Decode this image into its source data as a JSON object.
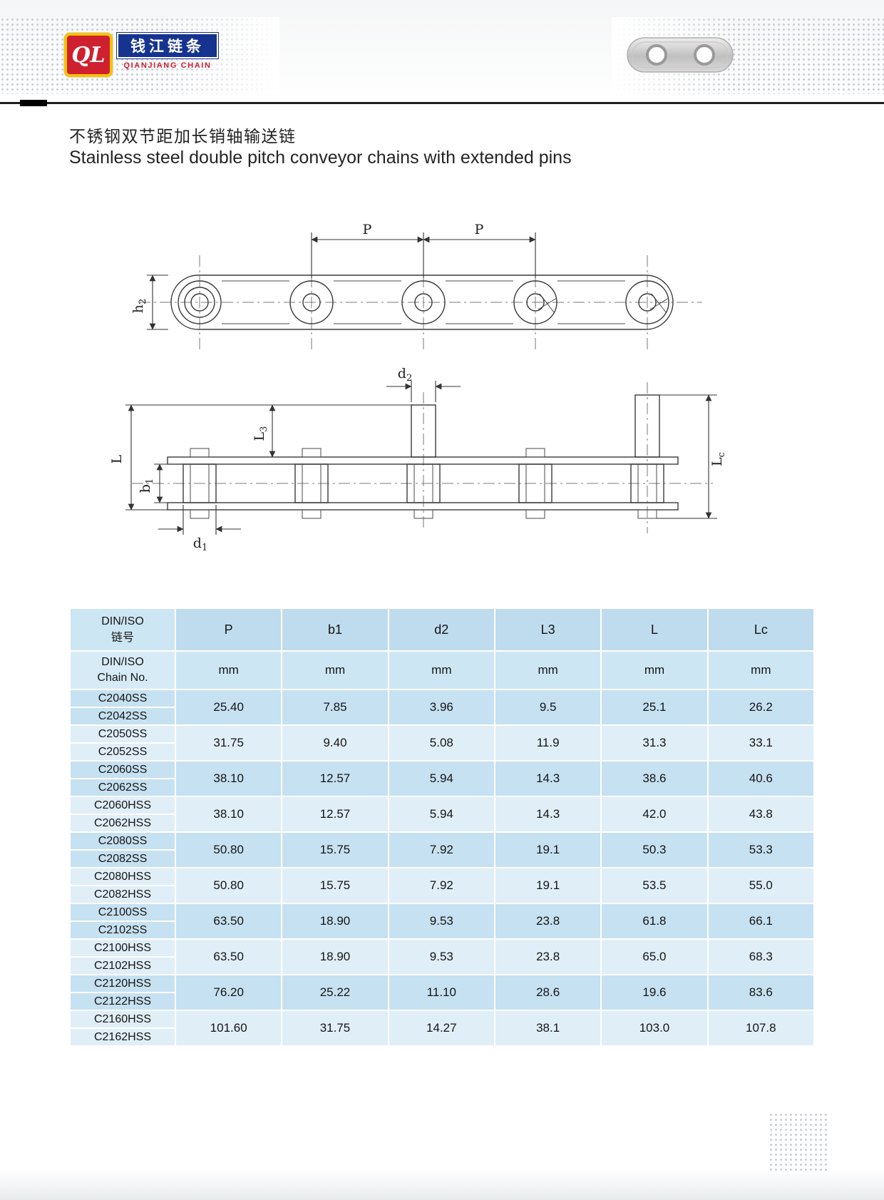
{
  "header": {
    "logo_letters": "QL",
    "brand_chinese": "钱江链条",
    "brand_english": "QIANJIANG CHAIN"
  },
  "title": {
    "chinese": "不锈钢双节距加长销轴输送链",
    "english": "Stainless steel double pitch conveyor chains with extended pins"
  },
  "diagram": {
    "pitch_label_1": "P",
    "pitch_label_2": "P",
    "dims": {
      "h2": {
        "main": "h",
        "sub": "2"
      },
      "d2": {
        "main": "d",
        "sub": "2"
      },
      "l3": {
        "main": "L",
        "sub": "3"
      },
      "l": {
        "main": "L",
        "sub": ""
      },
      "b1": {
        "main": "b",
        "sub": "1"
      },
      "d1": {
        "main": "d",
        "sub": "1"
      },
      "lc": {
        "main": "L",
        "sub": "c"
      }
    }
  },
  "table": {
    "header_col0": {
      "line1": "DIN/ISO",
      "line2": "链号",
      "line3": "DIN/ISO",
      "line4": "Chain No."
    },
    "columns": [
      "P",
      "b1",
      "d2",
      "L3",
      "L",
      "Lc"
    ],
    "unit_label": "mm",
    "rows": [
      {
        "chain_nos": [
          "C2040SS",
          "C2042SS"
        ],
        "values": [
          "25.40",
          "7.85",
          "3.96",
          "9.5",
          "25.1",
          "26.2"
        ]
      },
      {
        "chain_nos": [
          "C2050SS",
          "C2052SS"
        ],
        "values": [
          "31.75",
          "9.40",
          "5.08",
          "11.9",
          "31.3",
          "33.1"
        ]
      },
      {
        "chain_nos": [
          "C2060SS",
          "C2062SS"
        ],
        "values": [
          "38.10",
          "12.57",
          "5.94",
          "14.3",
          "38.6",
          "40.6"
        ]
      },
      {
        "chain_nos": [
          "C2060HSS",
          "C2062HSS"
        ],
        "values": [
          "38.10",
          "12.57",
          "5.94",
          "14.3",
          "42.0",
          "43.8"
        ]
      },
      {
        "chain_nos": [
          "C2080SS",
          "C2082SS"
        ],
        "values": [
          "50.80",
          "15.75",
          "7.92",
          "19.1",
          "50.3",
          "53.3"
        ]
      },
      {
        "chain_nos": [
          "C2080HSS",
          "C2082HSS"
        ],
        "values": [
          "50.80",
          "15.75",
          "7.92",
          "19.1",
          "53.5",
          "55.0"
        ]
      },
      {
        "chain_nos": [
          "C2100SS",
          "C2102SS"
        ],
        "values": [
          "63.50",
          "18.90",
          "9.53",
          "23.8",
          "61.8",
          "66.1"
        ]
      },
      {
        "chain_nos": [
          "C2100HSS",
          "C2102HSS"
        ],
        "values": [
          "63.50",
          "18.90",
          "9.53",
          "23.8",
          "65.0",
          "68.3"
        ]
      },
      {
        "chain_nos": [
          "C2120HSS",
          "C2122HSS"
        ],
        "values": [
          "76.20",
          "25.22",
          "11.10",
          "28.6",
          "19.6",
          "83.6"
        ]
      },
      {
        "chain_nos": [
          "C2160HSS",
          "C2162HSS"
        ],
        "values": [
          "101.60",
          "31.75",
          "14.27",
          "38.1",
          "103.0",
          "107.8"
        ]
      }
    ]
  },
  "colors": {
    "brand_red": "#cf2030",
    "brand_blue": "#15338f",
    "brand_yellow": "#f6c400",
    "table_header_bg": "#bfdcee",
    "table_subheader_bg": "#cde6f3",
    "row_group_dark": "#c6e1f1",
    "row_group_light": "#e0eef8"
  }
}
